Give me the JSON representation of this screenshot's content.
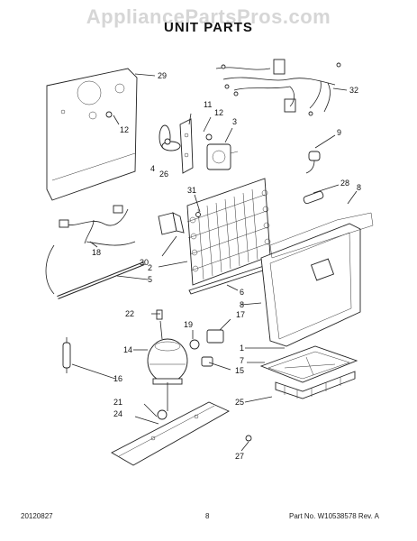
{
  "watermark": "AppliancePartsPros.com",
  "title": "UNIT PARTS",
  "footer": {
    "date_code": "20120827",
    "page_number": "8",
    "part_number": "Part No. W10538578  Rev. A"
  },
  "callouts": {
    "c1": "1",
    "c2": "2",
    "c3": "3",
    "c4": "4",
    "c5": "5",
    "c6": "6",
    "c7": "7",
    "c8a": "8",
    "c8b": "8",
    "c9": "9",
    "c11": "11",
    "c12a": "12",
    "c12b": "12",
    "c14": "14",
    "c15": "15",
    "c16": "16",
    "c17": "17",
    "c18": "18",
    "c19": "19",
    "c21": "21",
    "c22": "22",
    "c24": "24",
    "c25": "25",
    "c26": "26",
    "c27": "27",
    "c28": "28",
    "c29": "29",
    "c30": "30",
    "c31": "31",
    "c32": "32"
  }
}
